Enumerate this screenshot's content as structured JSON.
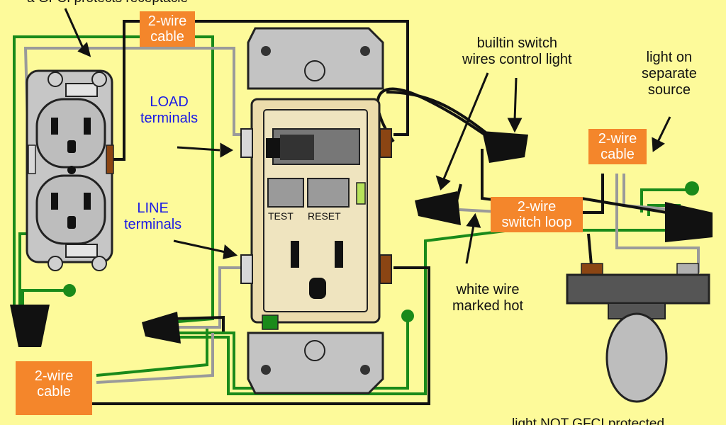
{
  "top_caption_left": "a GFCI protects receptacle",
  "bottom_caption_right": "light NOT GFCI protected",
  "labels": {
    "load_terminals": [
      "LOAD",
      "terminals"
    ],
    "line_terminals": [
      "LINE",
      "terminals"
    ],
    "builtin_switch": [
      "builtin switch",
      "wires control light"
    ],
    "light_on_separate": [
      "light on",
      "separate",
      "source"
    ],
    "white_wire_hot": [
      "white wire",
      "marked hot"
    ]
  },
  "cables": {
    "top_left": [
      "2-wire",
      "cable"
    ],
    "bottom_left": [
      "2-wire",
      "cable"
    ],
    "right": [
      "2-wire",
      "cable"
    ],
    "switch_loop": [
      "2-wire",
      "switch loop"
    ]
  },
  "device_buttons": {
    "test": "TEST",
    "reset": "RESET"
  },
  "colors": {
    "background": "#fdfa9a",
    "cable_tag": "#f4862b",
    "ground": "#1a8a1a",
    "neutral": "#9a9a9a",
    "hot": "#111111",
    "label_blue": "#1a1ae6"
  }
}
